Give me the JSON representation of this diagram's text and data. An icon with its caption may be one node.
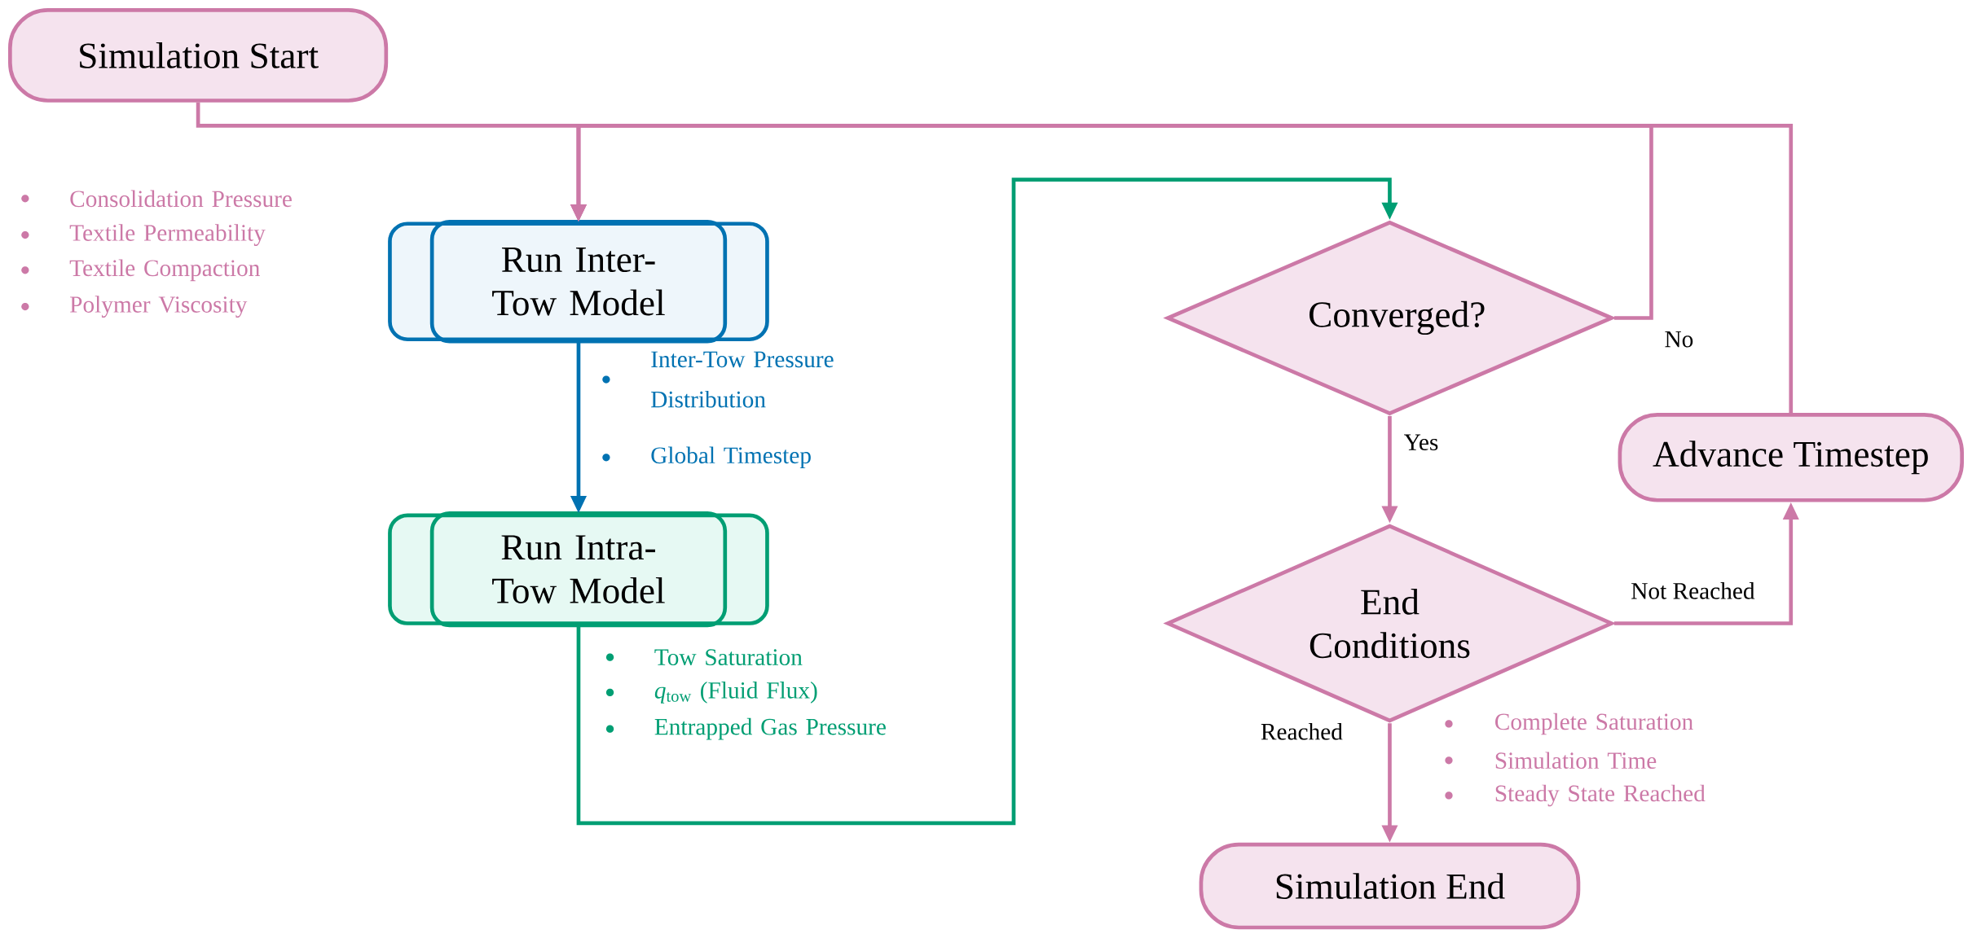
{
  "diagram": {
    "nodes": [
      {
        "text": [
          "Simulation Start"
        ],
        "beside": [
          "Consolidation Pressure",
          "Textile Permeability",
          "Textile Compaction",
          "Polymer Viscosity"
        ]
      },
      {
        "text": [
          "Run Inter-Tow Model"
        ],
        "beside": [
          "Inter-Tow Pressure Distribution",
          "Global Timestep"
        ]
      },
      {
        "text": [
          "Run Intra-Tow Model"
        ],
        "beside": [
          "Tow Saturation",
          "*q*$_{tow}$ (Fluid Flux)",
          "Entrapped Gas Pressure"
        ]
      },
      {
        "text": [
          "Converged?"
        ]
      },
      {
        "text": [
          "End Conditions"
        ],
        "beside": [
          "Complete Saturation",
          "Simulation Time",
          "Steady State Reached"
        ]
      },
      {
        "text": [
          "Advance Timestep"
        ]
      },
      {
        "text": [
          "Simulation End"
        ]
      }
    ],
    "edges": [
      {
        "from": 0,
        "to": 1,
        "arrow": "to"
      },
      {
        "from": 1,
        "to": 2,
        "arrow": "to",
        "color": "#0072b2"
      },
      {
        "from": 2,
        "to": 3,
        "arrow": "to",
        "color": "#009e73"
      },
      {
        "from": 3,
        "to": 1,
        "arrow": "to",
        "label": "No"
      },
      {
        "from": 3,
        "to": 4,
        "arrow": "to",
        "label": "Yes"
      },
      {
        "from": 4,
        "to": 5,
        "arrow": "to",
        "label": "Not Reached"
      },
      {
        "from": 4,
        "to": 6,
        "arrow": "to",
        "label": "Reached"
      },
      {
        "from": 5,
        "to": 1,
        "arrow": "to"
      }
    ]
  }
}
